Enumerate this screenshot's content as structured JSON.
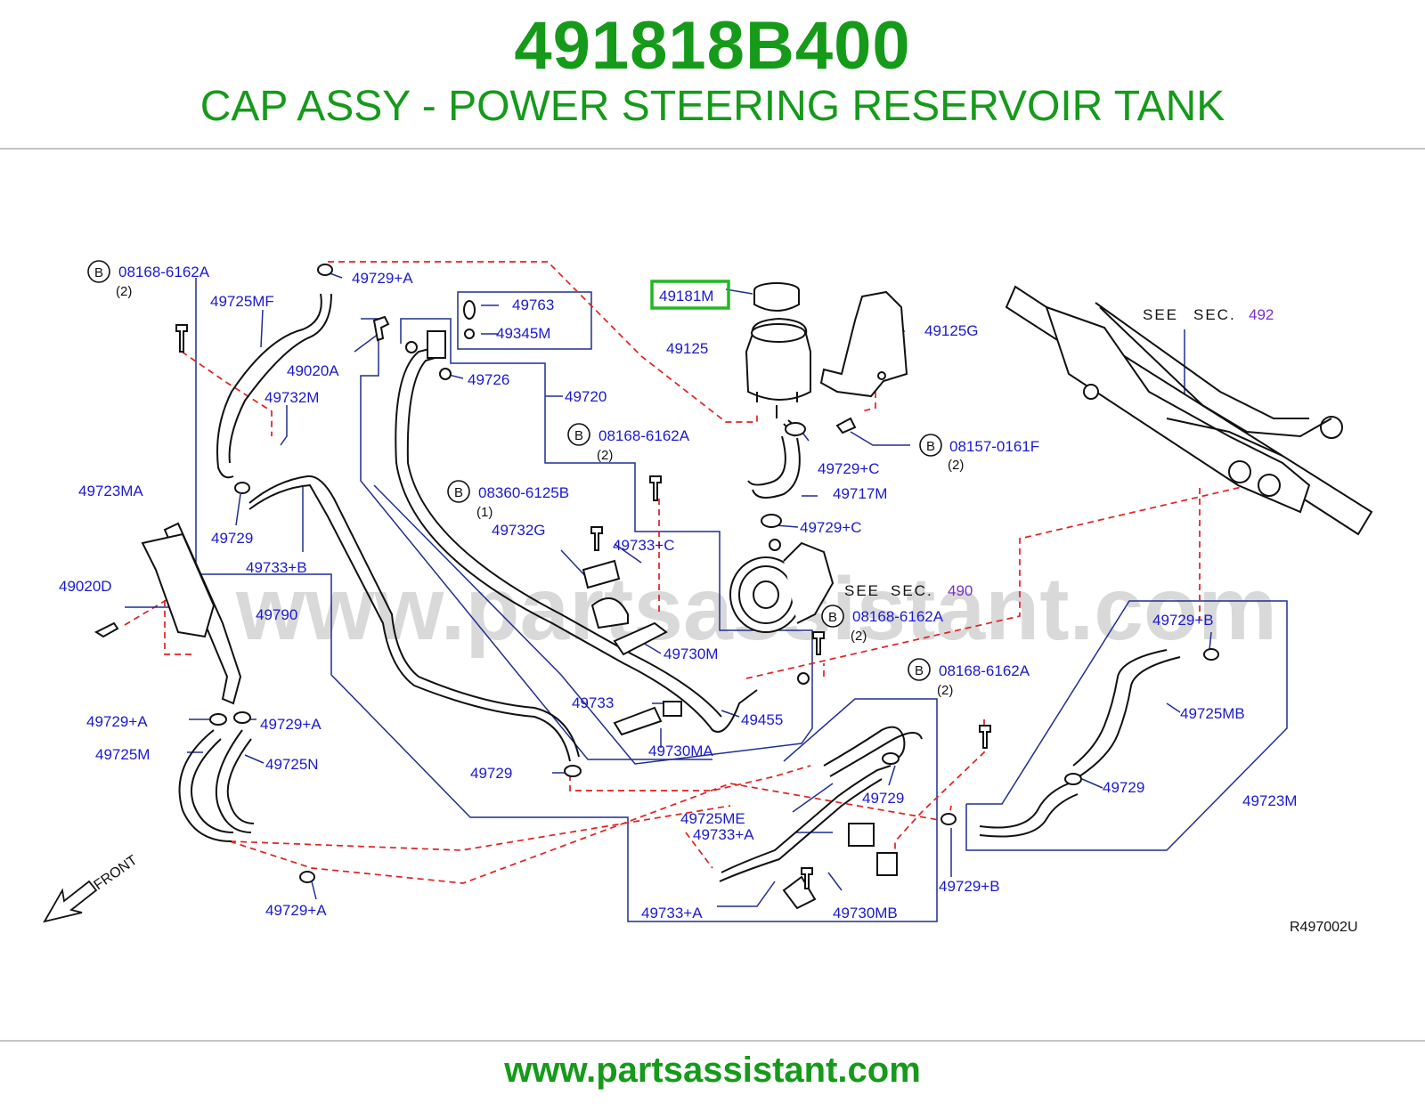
{
  "header": {
    "part_number": "491818B400",
    "part_title": "CAP ASSY - POWER STEERING RESERVOIR TANK"
  },
  "footer": {
    "url": "www.partsassistant.com"
  },
  "diagram": {
    "watermark": "www.partsassistant.com",
    "ref_code": "R497002U",
    "front_label": "FRONT",
    "highlight_color": "#22b822",
    "labels": {
      "l_49181M": "49181M",
      "l_49125": "49125",
      "l_49125G": "49125G",
      "l_08157_0161F": "08157-0161F",
      "l_08157_qty": "(2)",
      "l_49729C_1": "49729+C",
      "l_49717M": "49717M",
      "l_49729C_2": "49729+C",
      "l_08168_6162A_1": "08168-6162A",
      "l_08168_qty_1": "(2)",
      "l_49729A_1": "49729+A",
      "l_49725MF": "49725MF",
      "l_49763": "49763",
      "l_49345M": "49345M",
      "l_49020A": "49020A",
      "l_49726": "49726",
      "l_49720": "49720",
      "l_49732M": "49732M",
      "l_08168_6162A_2": "08168-6162A",
      "l_08168_qty_2": "(2)",
      "l_49723MA": "49723MA",
      "l_08360_6125B": "08360-6125B",
      "l_08360_qty": "(1)",
      "l_49732G": "49732G",
      "l_49733C": "49733+C",
      "l_49729_1": "49729",
      "l_49733B": "49733+B",
      "l_49020D": "49020D",
      "l_49790": "49790",
      "l_49730M": "49730M",
      "l_08168_6162A_3": "08168-6162A",
      "l_08168_qty_3": "(2)",
      "l_08168_6162A_4": "08168-6162A",
      "l_08168_qty_4": "(2)",
      "l_49733": "49733",
      "l_49455": "49455",
      "l_49730MA": "49730MA",
      "l_49729A_2": "49729+A",
      "l_49729A_3": "49729+A",
      "l_49725M": "49725M",
      "l_49725N": "49725N",
      "l_49729_2": "49729",
      "l_49729_3": "49729",
      "l_49725ME": "49725ME",
      "l_49733A_1": "49733+A",
      "l_49733A_2": "49733+A",
      "l_49730MB": "49730MB",
      "l_49729A_4": "49729+A",
      "l_49729B_1": "49729+B",
      "l_49725MB": "49725MB",
      "l_49729_4": "49729",
      "l_49723M": "49723M",
      "l_49729B_2": "49729+B"
    },
    "bolt_marker": "B",
    "see_refs": [
      {
        "see": "SEE",
        "sec": "SEC.",
        "num": "492"
      },
      {
        "see": "SEE",
        "sec": "SEC.",
        "num": "490"
      }
    ]
  }
}
